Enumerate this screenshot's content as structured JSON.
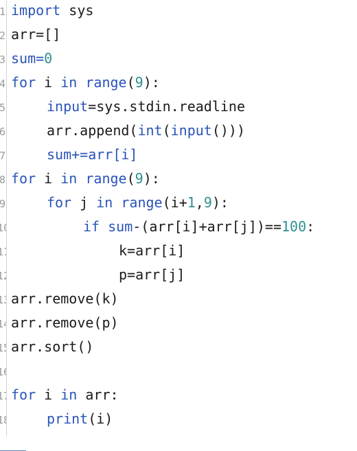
{
  "gutter": [
    "1",
    "2",
    "3",
    "4",
    "5",
    "6",
    "7",
    "8",
    "9",
    "10",
    "11",
    "12",
    "13",
    "14",
    "15",
    "16",
    "17",
    "18"
  ],
  "code": {
    "l1": [
      "import",
      " sys"
    ],
    "l2": [
      "arr=[]"
    ],
    "l3": [
      "sum=",
      "0"
    ],
    "l4": [
      "for",
      " i ",
      "in",
      " ",
      "range",
      "(",
      "9",
      "):"
    ],
    "l5": [
      "input",
      "=sys.stdin.readline"
    ],
    "l6": [
      "arr.append(",
      "int",
      "(",
      "input",
      "()))"
    ],
    "l7": [
      "sum+=arr[i]"
    ],
    "l8": [
      "for",
      " i ",
      "in",
      " ",
      "range",
      "(",
      "9",
      "):"
    ],
    "l9": [
      "for",
      " j ",
      "in",
      " ",
      "range",
      "(i+",
      "1",
      ",",
      "9",
      "):"
    ],
    "l10": [
      "if",
      " ",
      "sum",
      "-(arr[i]+arr[j])==",
      "100",
      ":"
    ],
    "l11": [
      "k=arr[i]"
    ],
    "l12": [
      "p=arr[j]"
    ],
    "l13": [
      "arr.remove(k)"
    ],
    "l14": [
      "arr.remove(p)"
    ],
    "l15": [
      "arr.sort()"
    ],
    "l16": [
      ""
    ],
    "l17": [
      "for",
      " i ",
      "in",
      " arr:"
    ],
    "l18": [
      "print",
      "(i)"
    ]
  },
  "colors": {
    "keyword": "#2a54b8",
    "number": "#2f8f8f",
    "text": "#1a1a1a",
    "gutter_text": "#9a9a9a"
  }
}
